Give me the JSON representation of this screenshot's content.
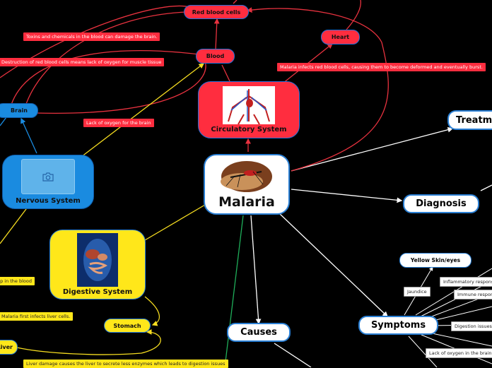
{
  "central": {
    "title": "Malaria"
  },
  "branches": {
    "treatment": "Treatment",
    "diagnosis": "Diagnosis",
    "causes": "Causes",
    "symptoms": "Symptoms",
    "circulatory": "Circulatory System",
    "nervous": "Nervous System",
    "digestive": "Digestive System"
  },
  "circulatory_children": {
    "blood": "Blood",
    "red_blood_cells": "Red blood cells",
    "heart": "Heart"
  },
  "nervous_children": {
    "brain": "Brain"
  },
  "digestive_children": {
    "stomach": "Stomach",
    "liver": "Liver"
  },
  "symptom_children": {
    "yellow_skin": "Yellow Skin/eyes",
    "jaundice": "Jaundice",
    "inflammatory": "Inflammatory response",
    "immune": "Immune response",
    "digestion": "Digestion issues",
    "lack_oxygen": "Lack of oxygen in the brain"
  },
  "annotations": {
    "toxins": "Toxins and chemicals in the blood can damage the brain.",
    "rbc_destruction": "Destruction of red blood cells means lack of oxygen for muscle tissue",
    "lack_oxygen_brain": "Lack of oxygen for the brain",
    "malaria_infects": "Malaria infects red blood cells, causing them to become deformed and eventually burst.",
    "blood_buildup": "Build up in the blood",
    "liver_infection": "Malaria first infects liver cells.",
    "liver_damage": "Liver damage causes the liver to secrete less enzymes which leads to digestion issues"
  },
  "colors": {
    "background": "#000000",
    "circulatory": "#ff2d3f",
    "nervous": "#1a8be0",
    "digestive": "#ffe71a",
    "border": "#2a7fd4"
  },
  "icons": {
    "nervous_placeholder": "camera-icon"
  }
}
